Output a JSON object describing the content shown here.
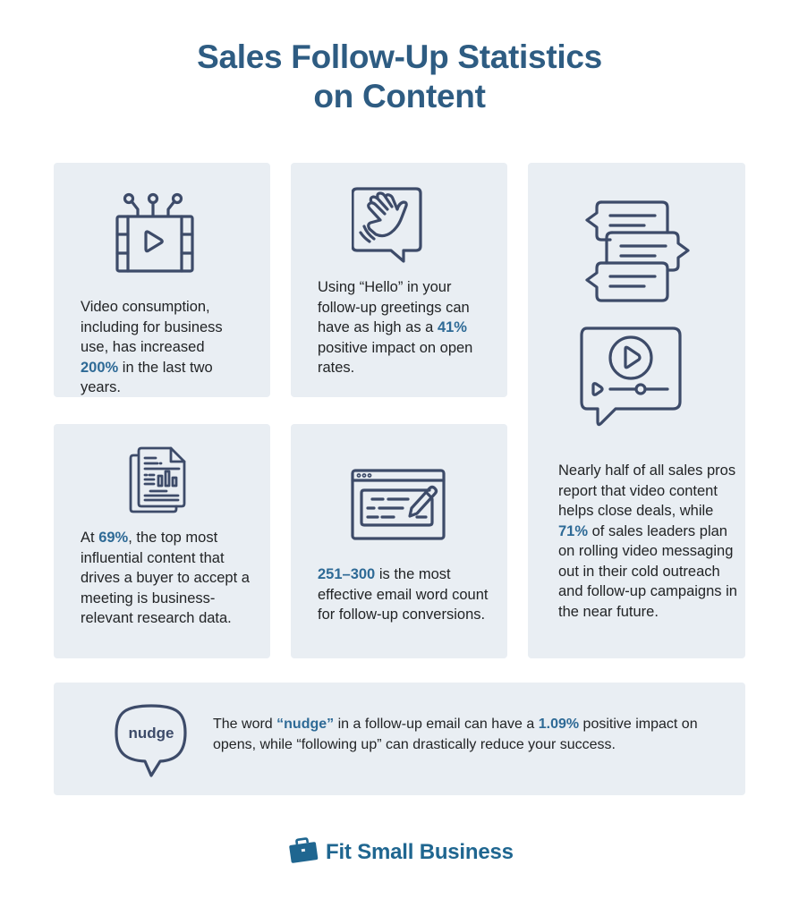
{
  "title": {
    "line1": "Sales Follow-Up Statistics",
    "line2": "on Content"
  },
  "colors": {
    "title": "#2e5c82",
    "accent": "#2e6a96",
    "card_bg": "#e9eef3",
    "icon_stroke": "#3d4b69",
    "body_text": "#222426",
    "brand": "#1f6690"
  },
  "cards": [
    {
      "icon": "video-film-icon",
      "text_before": "Video consumption, including for business use, has increased ",
      "highlight": "200%",
      "text_after": " in the last two years."
    },
    {
      "icon": "waving-hand-chat-icon",
      "text_before": "Using “Hello” in your follow-up greetings can have as high as a ",
      "highlight": "41%",
      "text_after": " positive impact on open rates."
    },
    {
      "icon": "chat-bubbles-icon",
      "icon2": "video-message-icon",
      "text_before": "Nearly half of all sales pros report that video content helps close deals, while ",
      "highlight": "71%",
      "text_after": " of sales leaders plan on rolling video messaging out in their cold outreach and follow-up campaigns in the near future."
    },
    {
      "icon": "research-document-icon",
      "text_before": "At ",
      "highlight": "69%",
      "text_after": ", the top most influential content that drives a buyer to accept a meeting is business-relevant research data."
    },
    {
      "icon": "email-compose-icon",
      "text_before": "",
      "highlight": "251–300",
      "text_after": " is the most effective email word count for follow-up conversions."
    }
  ],
  "bottom": {
    "bubble_label": "nudge",
    "text_before": "The word ",
    "highlight1": "“nudge”",
    "text_middle": " in a follow-up email can have a ",
    "highlight2": "1.09%",
    "text_after": " positive impact on opens, while “following up” can drastically reduce your success."
  },
  "footer": {
    "brand": "Fit Small Business",
    "icon": "briefcase-icon"
  }
}
